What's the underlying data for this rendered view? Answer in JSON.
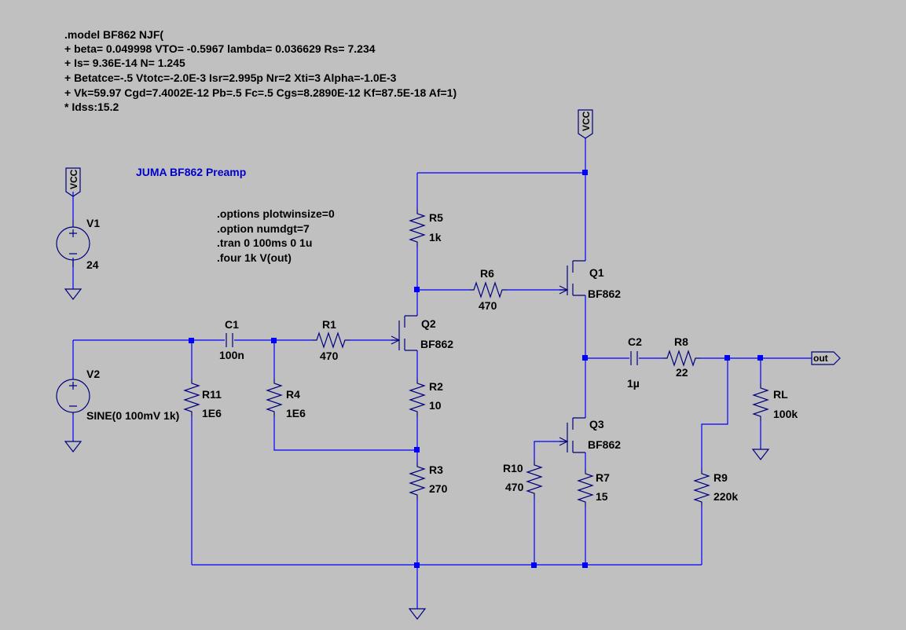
{
  "model_text": [
    ".model BF862 NJF(",
    "+ beta= 0.049998 VTO= -0.5967 lambda= 0.036629 Rs= 7.234",
    "+ Is= 9.36E-14 N= 1.245",
    "+ Betatce=-.5 Vtotc=-2.0E-3 Isr=2.995p Nr=2 Xti=3 Alpha=-1.0E-3",
    "+ Vk=59.97 Cgd=7.4002E-12 Pb=.5 Fc=.5 Cgs=8.2890E-12 Kf=87.5E-18 Af=1)",
    "* Idss:15.2"
  ],
  "title": "JUMA BF862 Preamp",
  "spice_directives": [
    ".options plotwinsize=0",
    ".option numdgt=7",
    ".tran 0 100ms 0 1u",
    ".four 1k V(out)"
  ],
  "net_labels": {
    "vcc": "VCC",
    "out": "out"
  },
  "components": {
    "V1": {
      "name": "V1",
      "value": "24"
    },
    "V2": {
      "name": "V2",
      "value": "SINE(0 100mV 1k)"
    },
    "C1": {
      "name": "C1",
      "value": "100n"
    },
    "C2": {
      "name": "C2",
      "value": "1µ"
    },
    "R1": {
      "name": "R1",
      "value": "470"
    },
    "R2": {
      "name": "R2",
      "value": "10"
    },
    "R3": {
      "name": "R3",
      "value": "270"
    },
    "R4": {
      "name": "R4",
      "value": "1E6"
    },
    "R5": {
      "name": "R5",
      "value": "1k"
    },
    "R6": {
      "name": "R6",
      "value": "470"
    },
    "R7": {
      "name": "R7",
      "value": "15"
    },
    "R8": {
      "name": "R8",
      "value": "22"
    },
    "R9": {
      "name": "R9",
      "value": "220k"
    },
    "R10": {
      "name": "R10",
      "value": "470"
    },
    "R11": {
      "name": "R11",
      "value": "1E6"
    },
    "RL": {
      "name": "RL",
      "value": "100k"
    },
    "Q1": {
      "name": "Q1",
      "value": "BF862"
    },
    "Q2": {
      "name": "Q2",
      "value": "BF862"
    },
    "Q3": {
      "name": "Q3",
      "value": "BF862"
    }
  },
  "colors": {
    "background": "#c0c0c0",
    "wire": "#0000ff",
    "component": "#000080",
    "title": "#0000cc"
  }
}
